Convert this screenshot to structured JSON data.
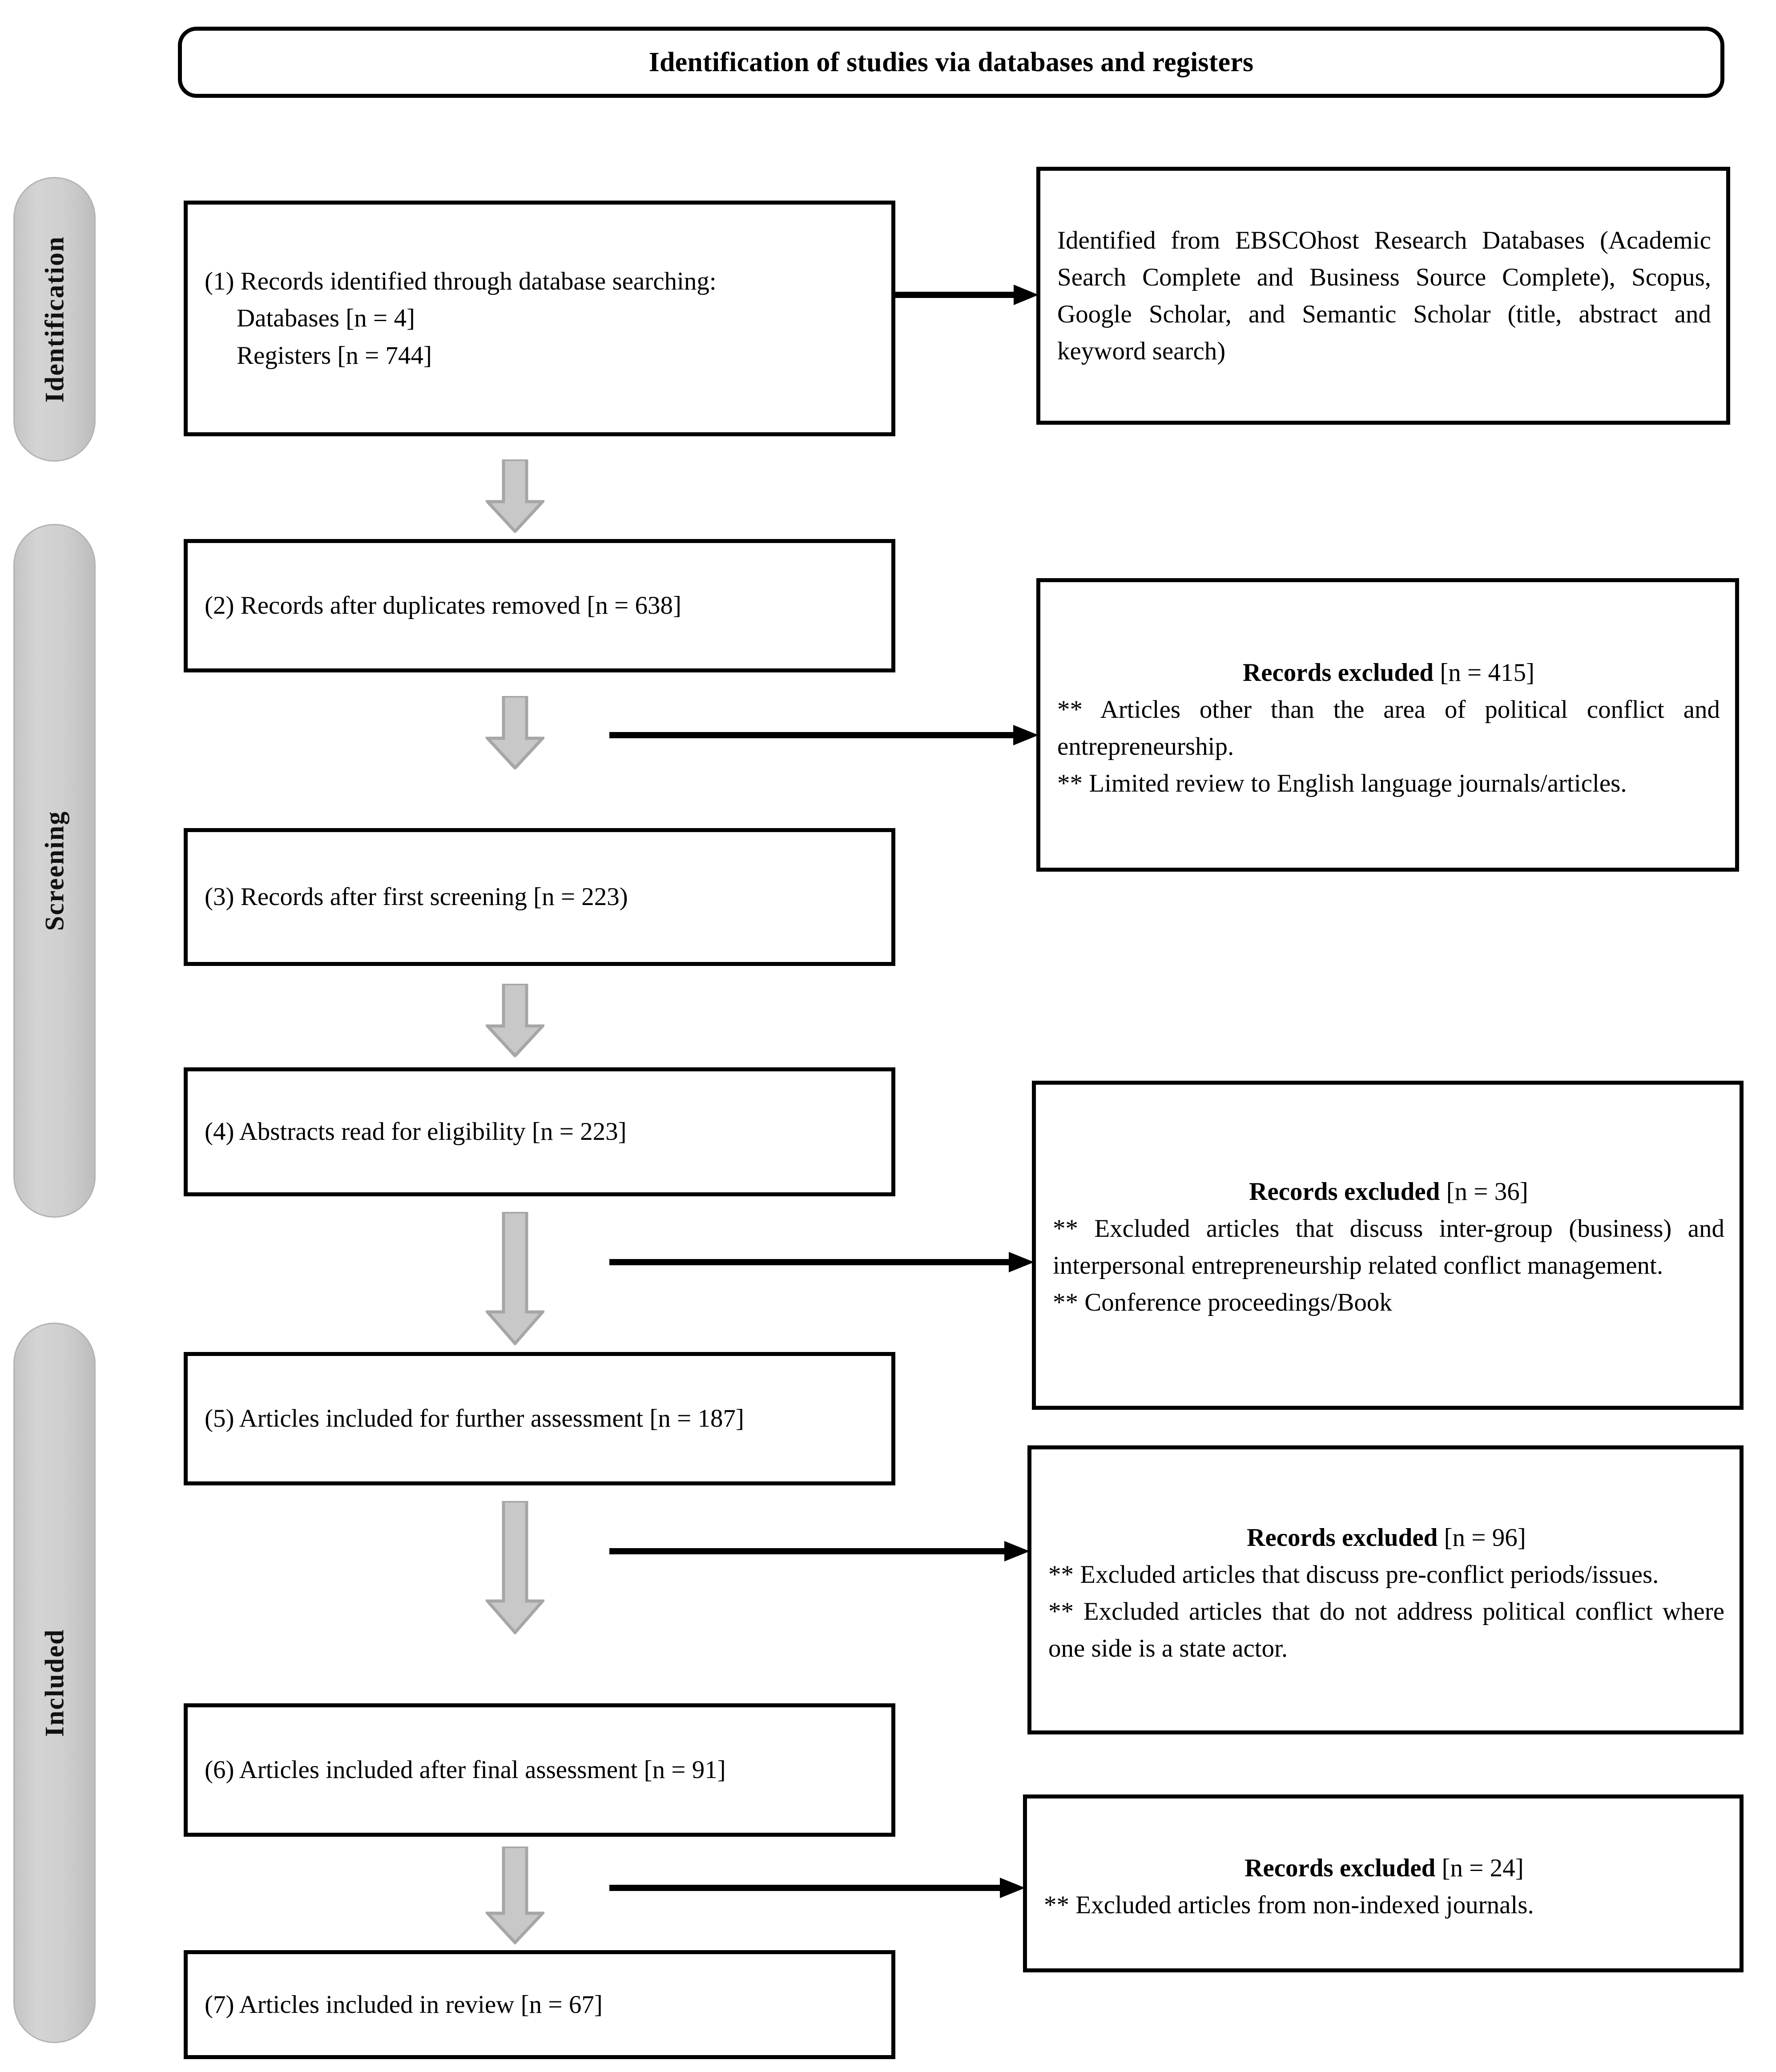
{
  "header": {
    "title": "Identification of studies via databases and registers"
  },
  "stages": [
    {
      "label": "Identification"
    },
    {
      "label": "Screening"
    },
    {
      "label": "Included"
    }
  ],
  "flow": {
    "box1": {
      "line1": "(1) Records identified through database searching:",
      "line2": "Databases [n = 4]",
      "line3": "Registers [n = 744]"
    },
    "box1_detail": {
      "text": "Identified from EBSCOhost Research Databases (Academic Search Complete and Business Source Complete), Scopus, Google Scholar, and Semantic Scholar (title, abstract and keyword search)"
    },
    "box2": {
      "text": "(2) Records after duplicates removed [n = 638]"
    },
    "excluded1": {
      "heading_bold": "Records excluded",
      "heading_count": "[n = 415]",
      "bullet1": "** Articles other than the area of political conflict and entrepreneurship.",
      "bullet2": "** Limited review to English language journals/articles."
    },
    "box3": {
      "text": "(3) Records after first screening [n = 223)"
    },
    "box4": {
      "text": "(4) Abstracts read for eligibility [n = 223]"
    },
    "excluded2": {
      "heading_bold": "Records excluded",
      "heading_count": "[n = 36]",
      "bullet1": "** Excluded articles that discuss inter-group (business) and interpersonal entrepreneurship related conflict management.",
      "bullet2": "** Conference proceedings/Book"
    },
    "box5": {
      "text": "(5) Articles included for further assessment [n = 187]"
    },
    "excluded3": {
      "heading_bold": "Records excluded",
      "heading_count": "[n = 96]",
      "bullet1": "** Excluded articles that discuss pre-conflict periods/issues.",
      "bullet2": "** Excluded articles that do not address political conflict where one side is a state actor."
    },
    "box6": {
      "text": "(6) Articles included after final assessment [n = 91]"
    },
    "excluded4": {
      "heading_bold": "Records excluded",
      "heading_count": "[n = 24]",
      "bullet1": "** Excluded articles from non-indexed journals."
    },
    "box7": {
      "text": "(7) Articles included in review [n = 67]"
    }
  },
  "colors": {
    "border": "#000000",
    "pill_fill": "#cfcfcf",
    "arrow_fill": "#c8c8c8",
    "arrow_stroke": "#a6a6a6",
    "background": "#ffffff"
  }
}
